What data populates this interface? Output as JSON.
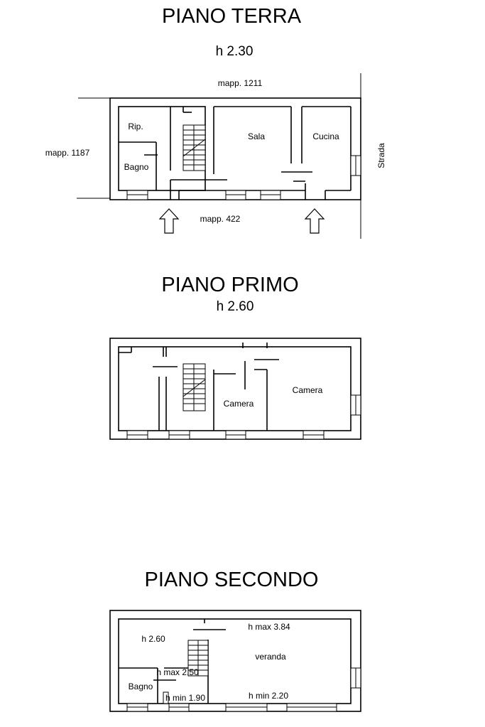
{
  "floors": {
    "terra": {
      "title": "PIANO TERRA",
      "height": "h 2.30",
      "labels": {
        "mapp_top": "mapp. 1211",
        "mapp_left": "mapp. 1187",
        "mapp_bottom": "mapp. 422",
        "strada": "Strada",
        "rip": "Rip.",
        "bagno": "Bagno",
        "sala": "Sala",
        "cucina": "Cucina"
      }
    },
    "primo": {
      "title": "PIANO  PRIMO",
      "height": "h 2.60",
      "labels": {
        "camera_left": "Camera",
        "camera_right": "Camera"
      }
    },
    "secondo": {
      "title": "PIANO  SECONDO",
      "labels": {
        "h_260": "h 2.60",
        "h_max_384": "h max 3.84",
        "veranda": "veranda",
        "h_max_250": "h max 2.50",
        "bagno": "Bagno",
        "h_min_190": "h min 1.90",
        "h_min_220": "h min 2.20"
      }
    }
  }
}
